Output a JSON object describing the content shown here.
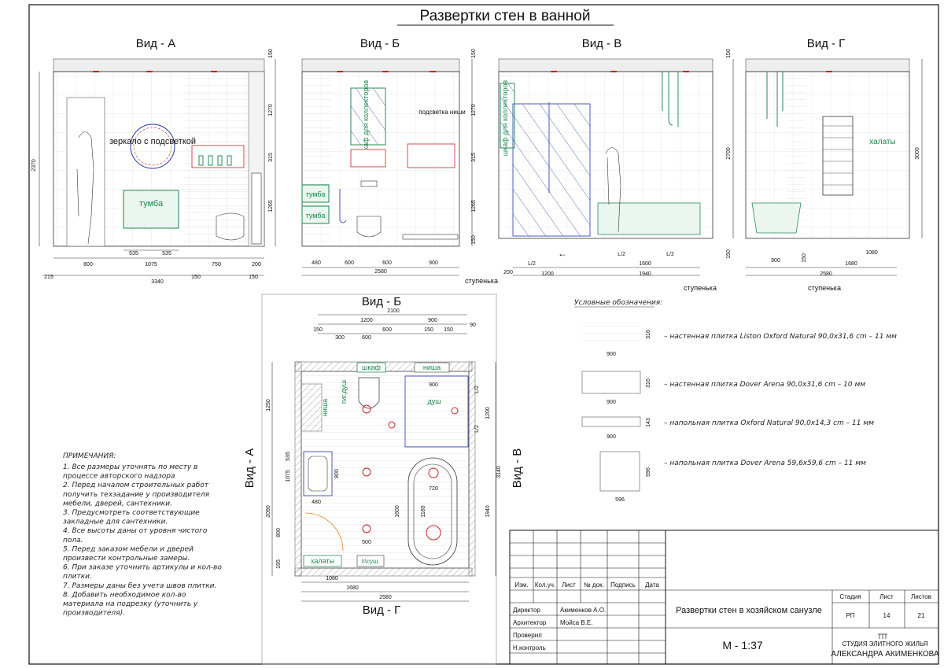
{
  "title": "Развертки стен в ванной",
  "views": {
    "a": {
      "label": "Вид - А",
      "mirror": "зеркало с подсветкой",
      "vanity": "тумба"
    },
    "b": {
      "label": "Вид - Б",
      "cabinet": "шкаф для коллекторов",
      "niche_light": "подсветка ниши",
      "vanity1": "тумба",
      "vanity2": "тумба",
      "step": "ступенька"
    },
    "v": {
      "label": "Вид - В",
      "cabinet": "шкаф для коллекторов",
      "step": "ступенька",
      "exit": "L/2"
    },
    "g": {
      "label": "Вид - Г",
      "robes": "халаты",
      "step": "ступенька"
    }
  },
  "plan": {
    "label_b": "Вид - Б",
    "label_a": "Вид - А",
    "label_v": "Вид - В",
    "label_g": "Вид - Г",
    "wardrobe": "шкаф",
    "niche_top": "ниша",
    "niche_left": "ниша",
    "hyg_shower": "гиг.душ",
    "shower": "душ",
    "robes": "халаты",
    "shower_spot": "п\\суш."
  },
  "dims": {
    "a_bottom": [
      "800",
      "535",
      "535",
      "750",
      "200"
    ],
    "a_mid": "1075",
    "a_total": "3340",
    "a_left": "215",
    "a_right": [
      "150",
      "150"
    ],
    "a_left_h": "2370",
    "a_right_h": [
      "150",
      "1270",
      "315",
      "1265"
    ],
    "b_bottom": [
      "480",
      "600",
      "600",
      "900"
    ],
    "b_total": "2580",
    "b_right_h": [
      "150",
      "1270",
      "315",
      "1265",
      "150"
    ],
    "v_bottom": [
      "200",
      "1200",
      "1600",
      "L/2",
      "L/2"
    ],
    "v_total": "1940",
    "g_bottom": [
      "900",
      "150",
      "1080",
      "1680"
    ],
    "g_total": "2580",
    "g_right": "3000",
    "g_left": [
      "150",
      "2700",
      "150"
    ],
    "plan_top": [
      "2100",
      "1200",
      "900",
      "150",
      "300",
      "600",
      "600",
      "150",
      "150",
      "90"
    ],
    "plan_bottom": [
      "1080",
      "1680",
      "2580"
    ],
    "plan_right": [
      "3140",
      "1200",
      "1940",
      "L/2",
      "L/2"
    ],
    "plan_left": [
      "1250",
      "535",
      "1075",
      "2090",
      "800",
      "195"
    ],
    "plan_inner": [
      "900",
      "800",
      "480",
      "720",
      "1600",
      "1160",
      "500"
    ]
  },
  "legend": {
    "title": "Условные обозначения:",
    "items": [
      {
        "text": "– настенная плитка Liston Oxford Natural 90,0х31,6 cm – 11 мм",
        "w": "900",
        "h": "316"
      },
      {
        "text": "– настенная плитка Dover Arena  90,0х31,6 cm – 10 мм",
        "w": "900",
        "h": "316"
      },
      {
        "text": "– напольная плитка Oxford Natural 90,0х14,3 cm – 11 мм",
        "w": "900",
        "h": "143"
      },
      {
        "text": "– напольная плитка Dover Arena  59,6х59,6 cm – 11 мм",
        "w": "596",
        "h": "596"
      }
    ]
  },
  "notes": {
    "title": "ПРИМЕЧАНИЯ:",
    "lines": [
      "1. Все размеры уточнять по месту в",
      "процессе авторского надзора",
      "2. Перед началом строительных работ",
      "получить техзадание у производителя",
      "мебели, дверей, сантехники.",
      "3. Предусмотреть соответствующие",
      "закладные для сантехники.",
      "4. Все высоты даны от уровня чистого",
      "пола.",
      "5. Перед заказом мебели и дверей",
      "произвести контрольные замеры.",
      "6. При заказе уточнить артикулы и кол-во",
      "плитки.",
      "7. Размеры даны без учета швов плитки.",
      "8. Добавить необходимое кол-во",
      "материала на подрезку (уточнить у",
      "производителя)."
    ]
  },
  "stamp": {
    "headers": [
      "Изм.",
      "Кол.уч.",
      "Лист",
      "№ док.",
      "Подпись",
      "Дата"
    ],
    "rows": [
      {
        "role": "Директор",
        "name": "Акименков А.О."
      },
      {
        "role": "Архитектор",
        "name": "Мойса В.Е."
      },
      {
        "role": "Проверил",
        "name": ""
      },
      {
        "role": "Н.контроль",
        "name": ""
      }
    ],
    "title": "Развертки стен в хозяйском санузле",
    "stage_h": "Стадия",
    "sheet_h": "Лист",
    "sheets_h": "Листов",
    "stage": "РП",
    "sheet": "14",
    "sheets": "21",
    "scale": "М - 1:37",
    "studio_small": "СТУДИЯ ЭЛИТНОГО ЖИЛЬЯ",
    "studio": "АЛЕКСАНДРА АКИМЕНКОВА"
  }
}
